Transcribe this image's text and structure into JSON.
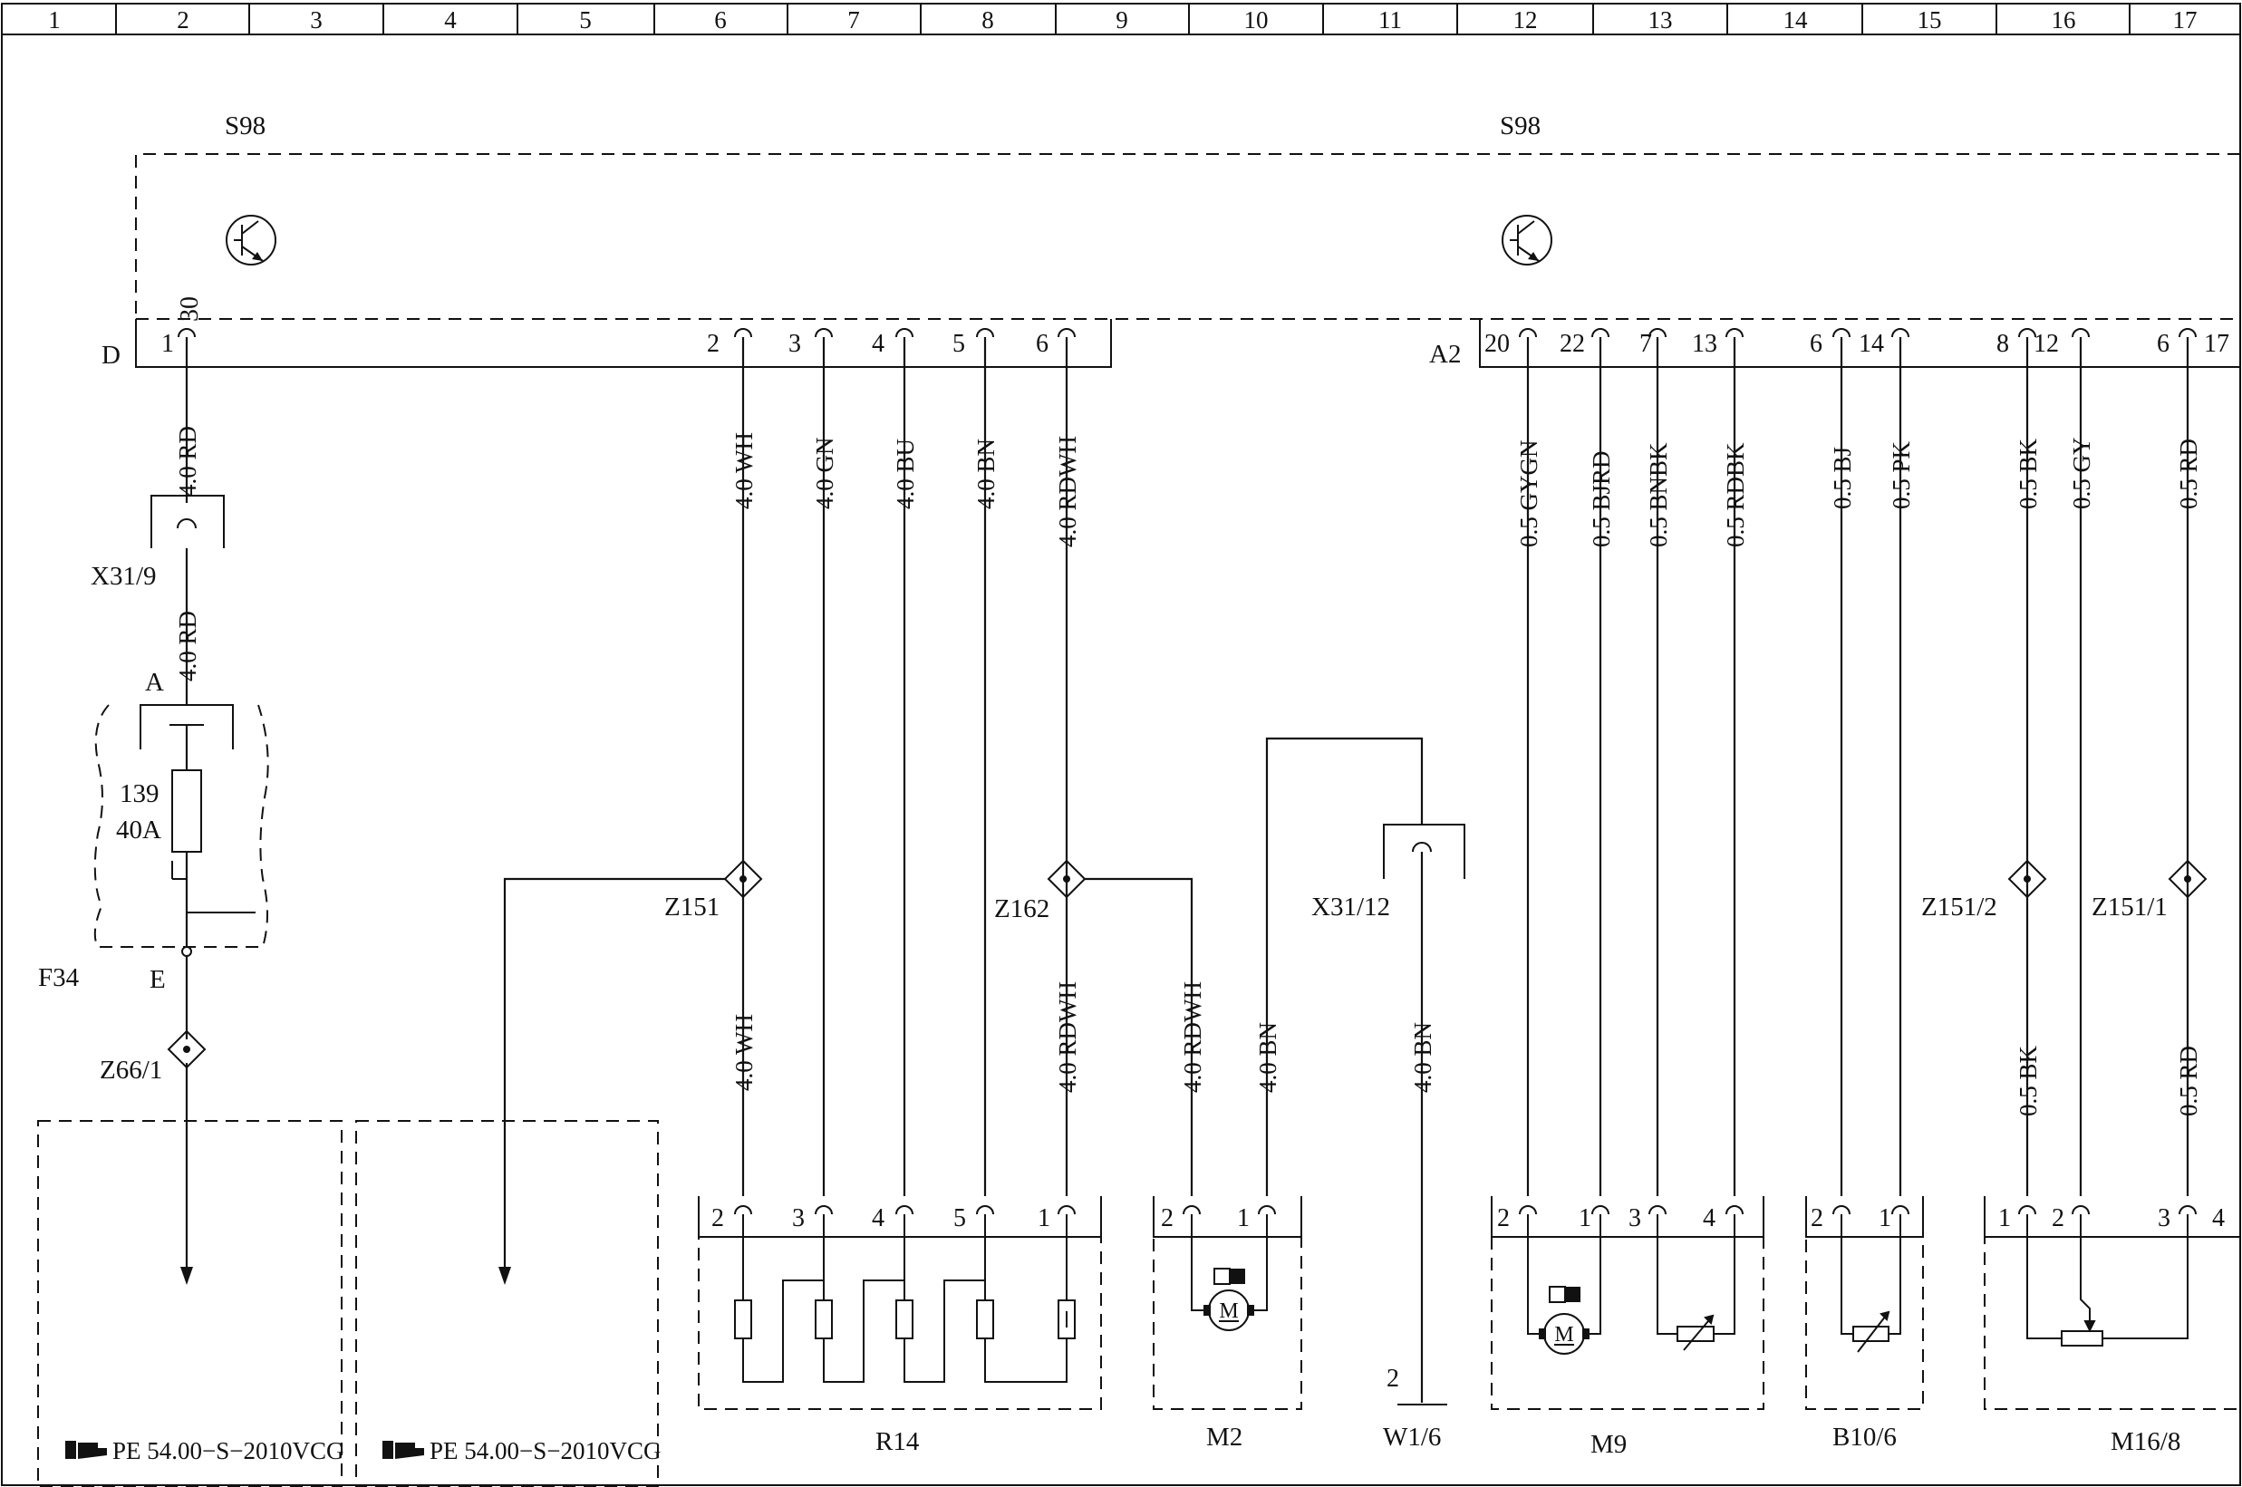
{
  "ruler": [
    "1",
    "2",
    "3",
    "4",
    "5",
    "6",
    "7",
    "8",
    "9",
    "10",
    "11",
    "12",
    "13",
    "14",
    "15",
    "16",
    "17"
  ],
  "components": {
    "s98_left": "S98",
    "s98_right": "S98",
    "conn_d": "D",
    "conn_a2": "A2",
    "x31_9": "X31/9",
    "x31_12": "X31/12",
    "f34": "F34",
    "fuse_num": "139",
    "fuse_amp": "40A",
    "fuse_a": "A",
    "fuse_e": "E",
    "z66_1": "Z66/1",
    "z151": "Z151",
    "z162": "Z162",
    "z151_2": "Z151/2",
    "z151_1": "Z151/1",
    "r14": "R14",
    "m2": "M2",
    "w1_6": "W1/6",
    "m9": "M9",
    "b10_6": "B10/6",
    "m16_8": "M16/8",
    "motor_m": "M"
  },
  "pins": {
    "d_1": "1",
    "d_30": "30",
    "d_2": "2",
    "d_3": "3",
    "d_4": "4",
    "d_5": "5",
    "d_6": "6",
    "a2_20": "20",
    "a2_22": "22",
    "a2_7": "7",
    "a2_13": "13",
    "a2_6a": "6",
    "a2_14": "14",
    "a2_8": "8",
    "a2_12": "12",
    "a2_6b": "6",
    "a2_17": "17",
    "r14_2": "2",
    "r14_3": "3",
    "r14_4": "4",
    "r14_5": "5",
    "r14_1": "1",
    "m2_2": "2",
    "m2_1": "1",
    "w1_2": "2",
    "m9_2": "2",
    "m9_1": "1",
    "m9_3": "3",
    "m9_4": "4",
    "b10_2": "2",
    "b10_1": "1",
    "m16_1": "1",
    "m16_2": "2",
    "m16_3": "3",
    "m16_4": "4"
  },
  "wires": {
    "w_rd1": "4.0 RD",
    "w_rd2": "4.0 RD",
    "w_wh1": "4.0 WH",
    "w_gn": "4.0 GN",
    "w_bu": "4.0 BU",
    "w_bn1": "4.0 BN",
    "w_rdwh1": "4.0 RDWH",
    "w_wh2": "4.0 WH",
    "w_rdwh2": "4.0 RDWH",
    "w_rdwh3": "4.0 RDWH",
    "w_bn2": "4.0 BN",
    "w_bn3": "4.0 BN",
    "w_gygn": "0.5 GYGN",
    "w_bjrd": "0.5 BJRD",
    "w_bnbk": "0.5 BNBK",
    "w_rdbk": "0.5 RDBK",
    "w_bj": "0.5 BJ",
    "w_pk": "0.5 PK",
    "w_bk1": "0.5 BK",
    "w_gy": "0.5 GY",
    "w_rd3": "0.5 RD",
    "w_bk2": "0.5 BK",
    "w_rd4": "0.5 RD"
  },
  "references": {
    "ref1": "PE 54.00−S−2010VCG",
    "ref2": "PE 54.00−S−2010VCG"
  }
}
